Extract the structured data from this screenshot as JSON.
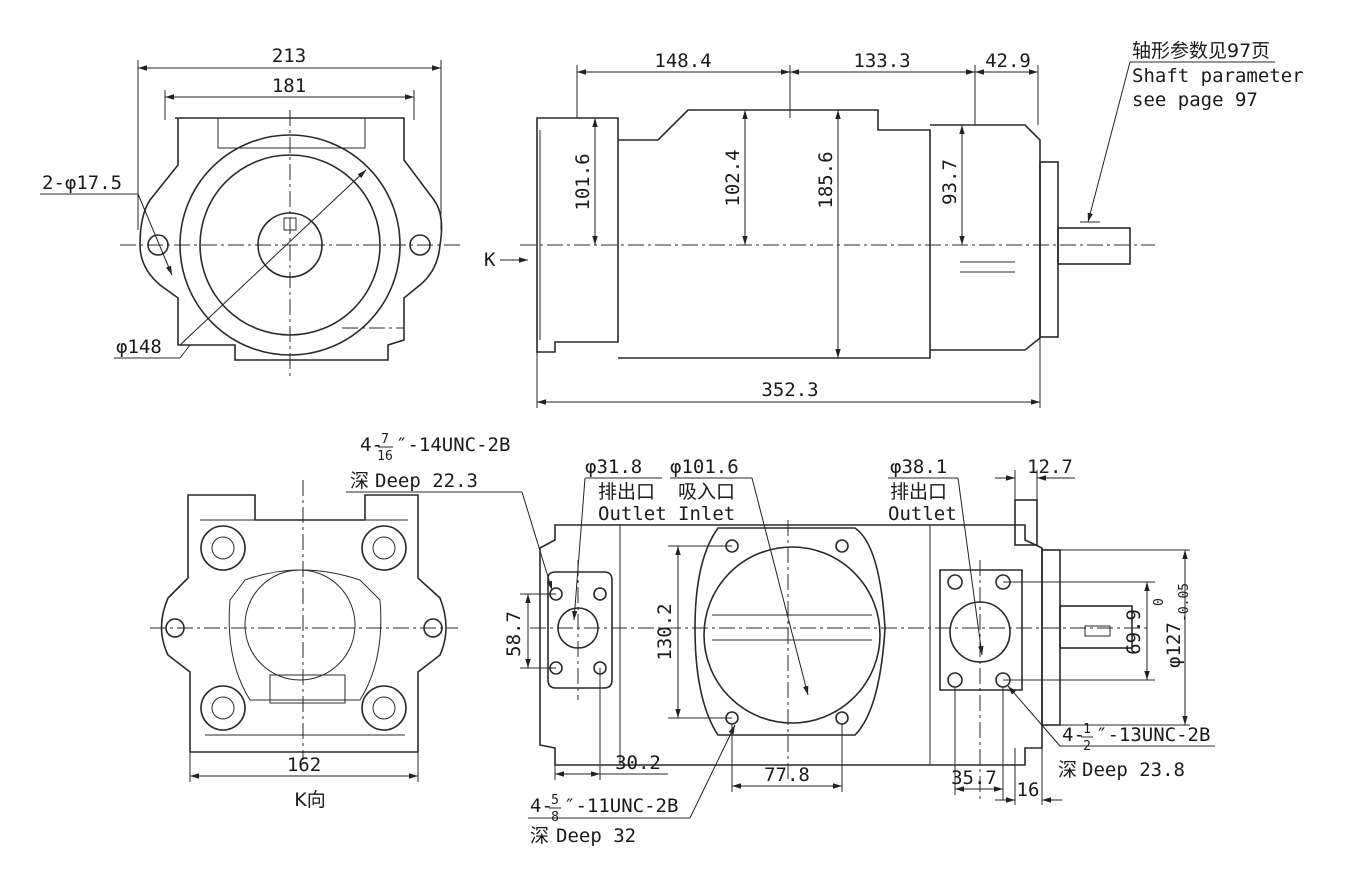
{
  "drawing": {
    "front_view": {
      "dims": {
        "overall_width": "213",
        "inner_width": "181",
        "hole_spec": "2-φ17.5",
        "pilot_dia": "φ148"
      }
    },
    "side_view": {
      "dims": {
        "seg1": "148.4",
        "seg2": "133.3",
        "seg3": "42.9",
        "h1": "101.6",
        "h2": "102.4",
        "h3": "185.6",
        "h4": "93.7",
        "overall_length": "352.3"
      },
      "k_label": "K",
      "shaft_note_cn": "轴形参数见97页",
      "shaft_note_en1": "Shaft parameter",
      "shaft_note_en2": "see page 97"
    },
    "k_view": {
      "thread_prefix": "4-",
      "thread_num": "7",
      "thread_den": "16",
      "thread_suffix": "″-14UNC-2B",
      "deep_cn": "深",
      "deep_text": "Deep  22.3",
      "width": "162",
      "caption": "K向"
    },
    "bottom_view": {
      "port1_dia": "φ31.8",
      "port1_cn": "排出口",
      "port1_en": "Outlet",
      "port2_dia": "φ101.6",
      "port2_cn": "吸入口",
      "port2_en": "Inlet",
      "port3_dia": "φ38.1",
      "port3_cn": "排出口",
      "port3_en": "Outlet",
      "dim_12_7": "12.7",
      "dim_58_7": "58.7",
      "dim_130_2": "130.2",
      "dim_69_9": "69.9",
      "pilot_main": "φ127",
      "pilot_sup": "0",
      "pilot_sub": "-0.05",
      "dim_30_2": "30.2",
      "dim_77_8": "77.8",
      "dim_35_7": "35.7",
      "dim_16": "16",
      "thread2_prefix": "4-",
      "thread2_num": "1",
      "thread2_den": "2",
      "thread2_suffix": "″-13UNC-2B",
      "deep2_cn": "深",
      "deep2_text": "Deep   23.8",
      "thread3_prefix": "4-",
      "thread3_num": "5",
      "thread3_den": "8",
      "thread3_suffix": "″-11UNC-2B",
      "deep3_cn": "深",
      "deep3_text": "Deep  32"
    }
  }
}
